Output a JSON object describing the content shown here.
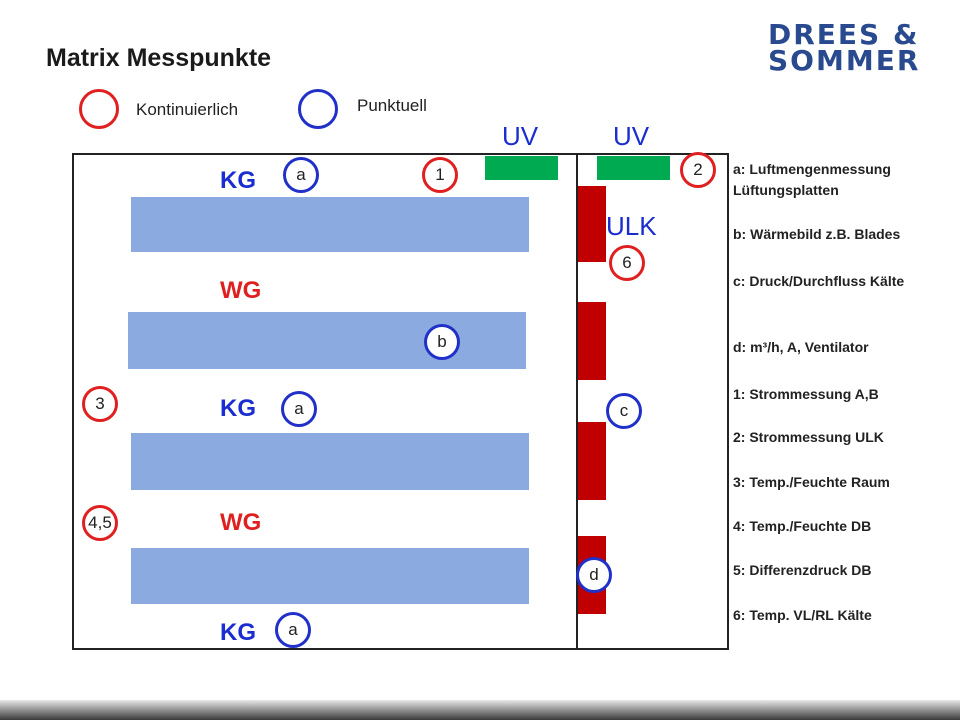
{
  "title": "Matrix Messpunkte",
  "logo": {
    "line1": "DREES &",
    "line2": "SOMMER"
  },
  "legend": {
    "continuous": "Kontinuierlich",
    "point": "Punktuell"
  },
  "uv_labels": [
    "UV",
    "UV"
  ],
  "ulk_label": "ULK",
  "zones": {
    "kg1": "KG",
    "wg1": "WG",
    "kg2": "KG",
    "wg2": "WG",
    "kg3": "KG"
  },
  "markers": {
    "a1": "a",
    "one": "1",
    "two": "2",
    "six": "6",
    "b": "b",
    "three": "3",
    "a2": "a",
    "c": "c",
    "four_five": "4,5",
    "d": "d",
    "a3": "a"
  },
  "notes": [
    "a: Luftmengenmessung Lüftungsplatten",
    "b: Wärmebild z.B. Blades",
    "c: Druck/Durchfluss Kälte",
    "d: m³/h, A, Ventilator",
    "1: Strommessung A,B",
    "2: Strommessung ULK",
    "3: Temp./Feuchte Raum",
    "4: Temp./Feuchte DB",
    "5: Differenzdruck DB",
    "6: Temp. VL/RL Kälte"
  ],
  "colors": {
    "continuous": "#e02020",
    "point": "#2030c8",
    "uv": "#00aa50",
    "ulk": "#c00000",
    "rack": "#8aaae0"
  }
}
